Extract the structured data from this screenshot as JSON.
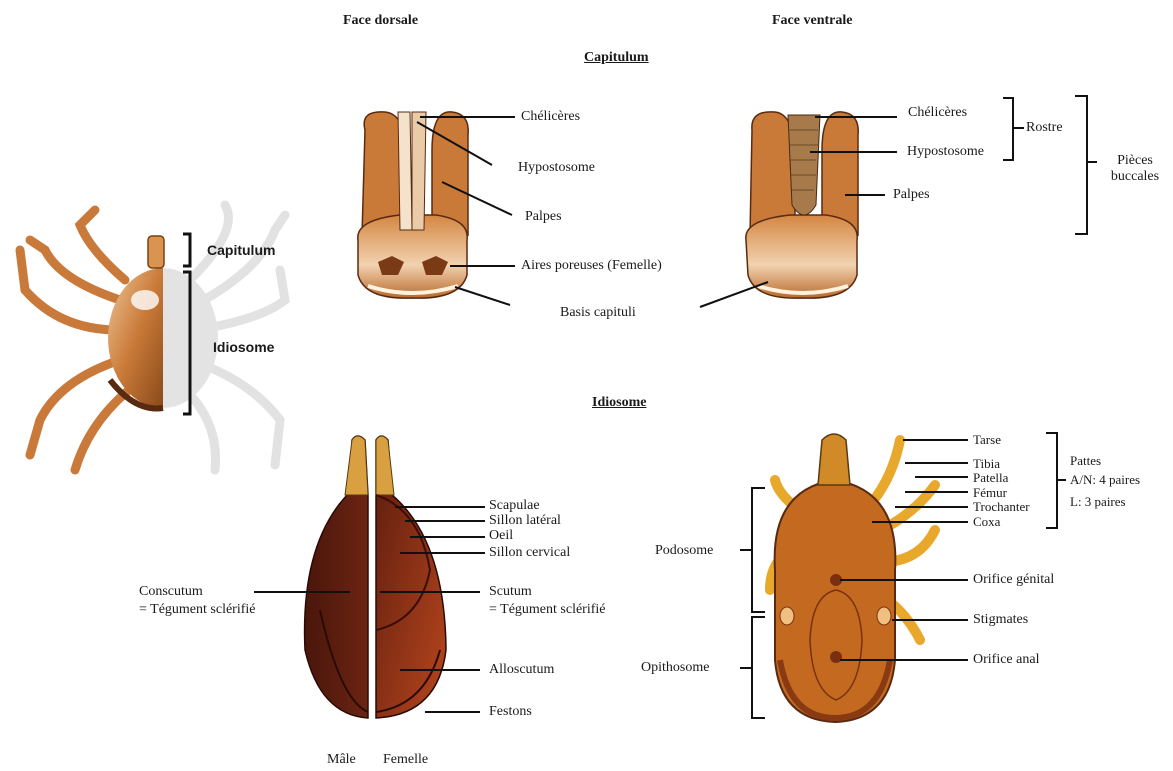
{
  "headers": {
    "face_dorsale": "Face dorsale",
    "face_ventrale": "Face ventrale",
    "capitulum": "Capitulum",
    "idiosome": "Idiosome"
  },
  "whole_tick": {
    "capitulum": "Capitulum",
    "idiosome": "Idiosome"
  },
  "capitulum_dorsal": {
    "cheliceres": "Chélicères",
    "hypostosome": "Hypostosome",
    "palpes": "Palpes",
    "aires_poreuses": "Aires poreuses (Femelle)",
    "basis_capituli": "Basis capituli"
  },
  "capitulum_ventral": {
    "cheliceres": "Chélicères",
    "hypostosome": "Hypostosome",
    "palpes": "Palpes",
    "rostre": "Rostre",
    "pieces_buccales_1": "Pièces",
    "pieces_buccales_2": "buccales"
  },
  "idiosome_dorsal": {
    "scapulae": "Scapulae",
    "sillon_lateral": "Sillon latéral",
    "oeil": "Oeil",
    "sillon_cervical": "Sillon cervical",
    "conscutum_1": "Conscutum",
    "conscutum_2": "= Tégument sclérifié",
    "scutum_1": "Scutum",
    "scutum_2": "= Tégument sclérifié",
    "alloscutum": "Alloscutum",
    "festons": "Festons",
    "male": "Mâle",
    "femelle": "Femelle"
  },
  "idiosome_ventral": {
    "tarse": "Tarse",
    "tibia": "Tibia",
    "patella": "Patella",
    "femur": "Fémur",
    "trochanter": "Trochanter",
    "coxa": "Coxa",
    "pattes_1": "Pattes",
    "pattes_2": "A/N: 4 paires",
    "pattes_3": "L: 3 paires",
    "podosome": "Podosome",
    "opithosome": "Opithosome",
    "orifice_genital": "Orifice génital",
    "stigmates": "Stigmates",
    "orifice_anal": "Orifice anal"
  },
  "colors": {
    "brown_light": "#d98b45",
    "brown_mid": "#b86a2a",
    "brown_dark": "#5a1f10",
    "orange_leg": "#e0a030",
    "ghost": "#e6e6e6"
  }
}
